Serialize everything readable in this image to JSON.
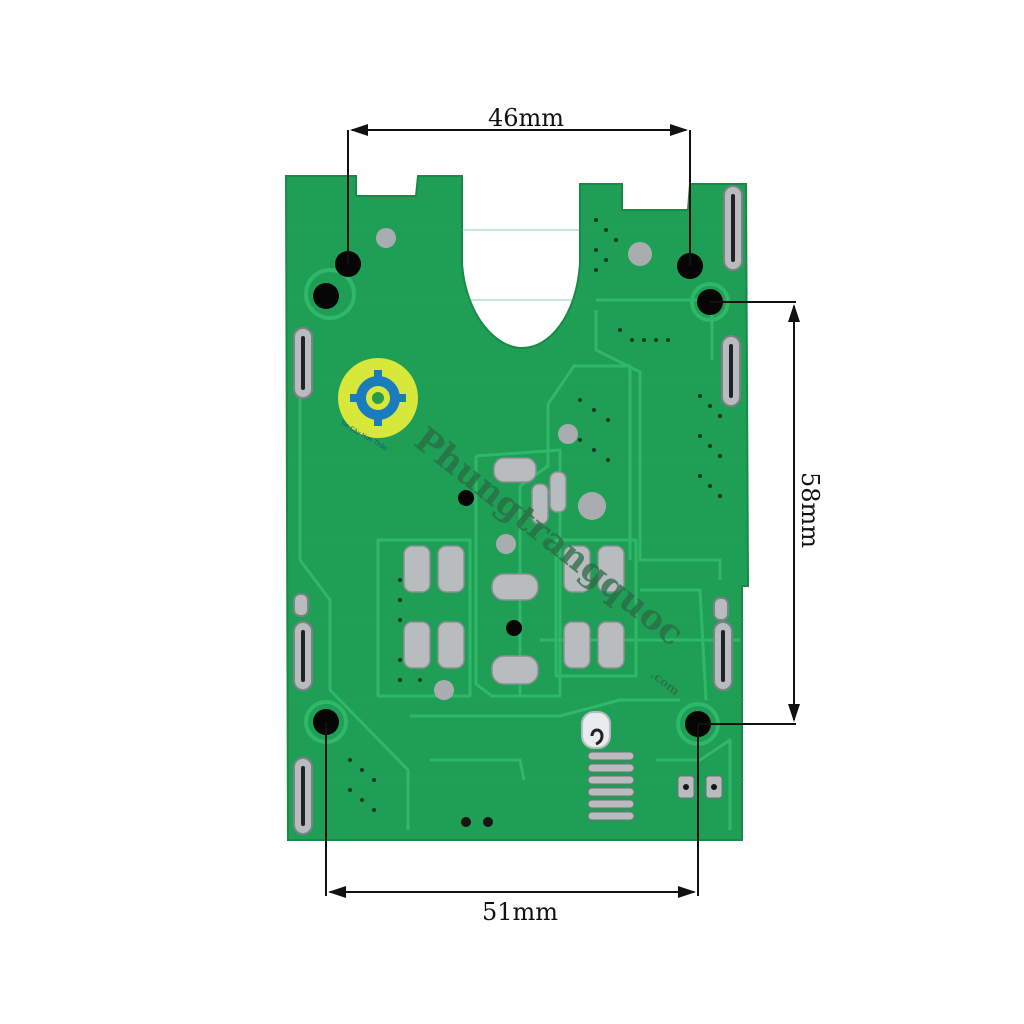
{
  "photo": {
    "subject": "green printed circuit board, rear side",
    "board_color": "#1f9e55",
    "trace_color": "#27ab60",
    "pad_color": "#b8bcbf",
    "hole_color": "#050505"
  },
  "dimensions": {
    "top_width": "46mm",
    "bottom_width": "51mm",
    "right_height": "58mm"
  },
  "watermark": {
    "text": "Phungtrangquoc",
    "suffix": ".com",
    "logo_caption": "Tin Cậy Hơn Thảo",
    "logo_color": "#1a7bbf",
    "color": "#2b6b45"
  }
}
